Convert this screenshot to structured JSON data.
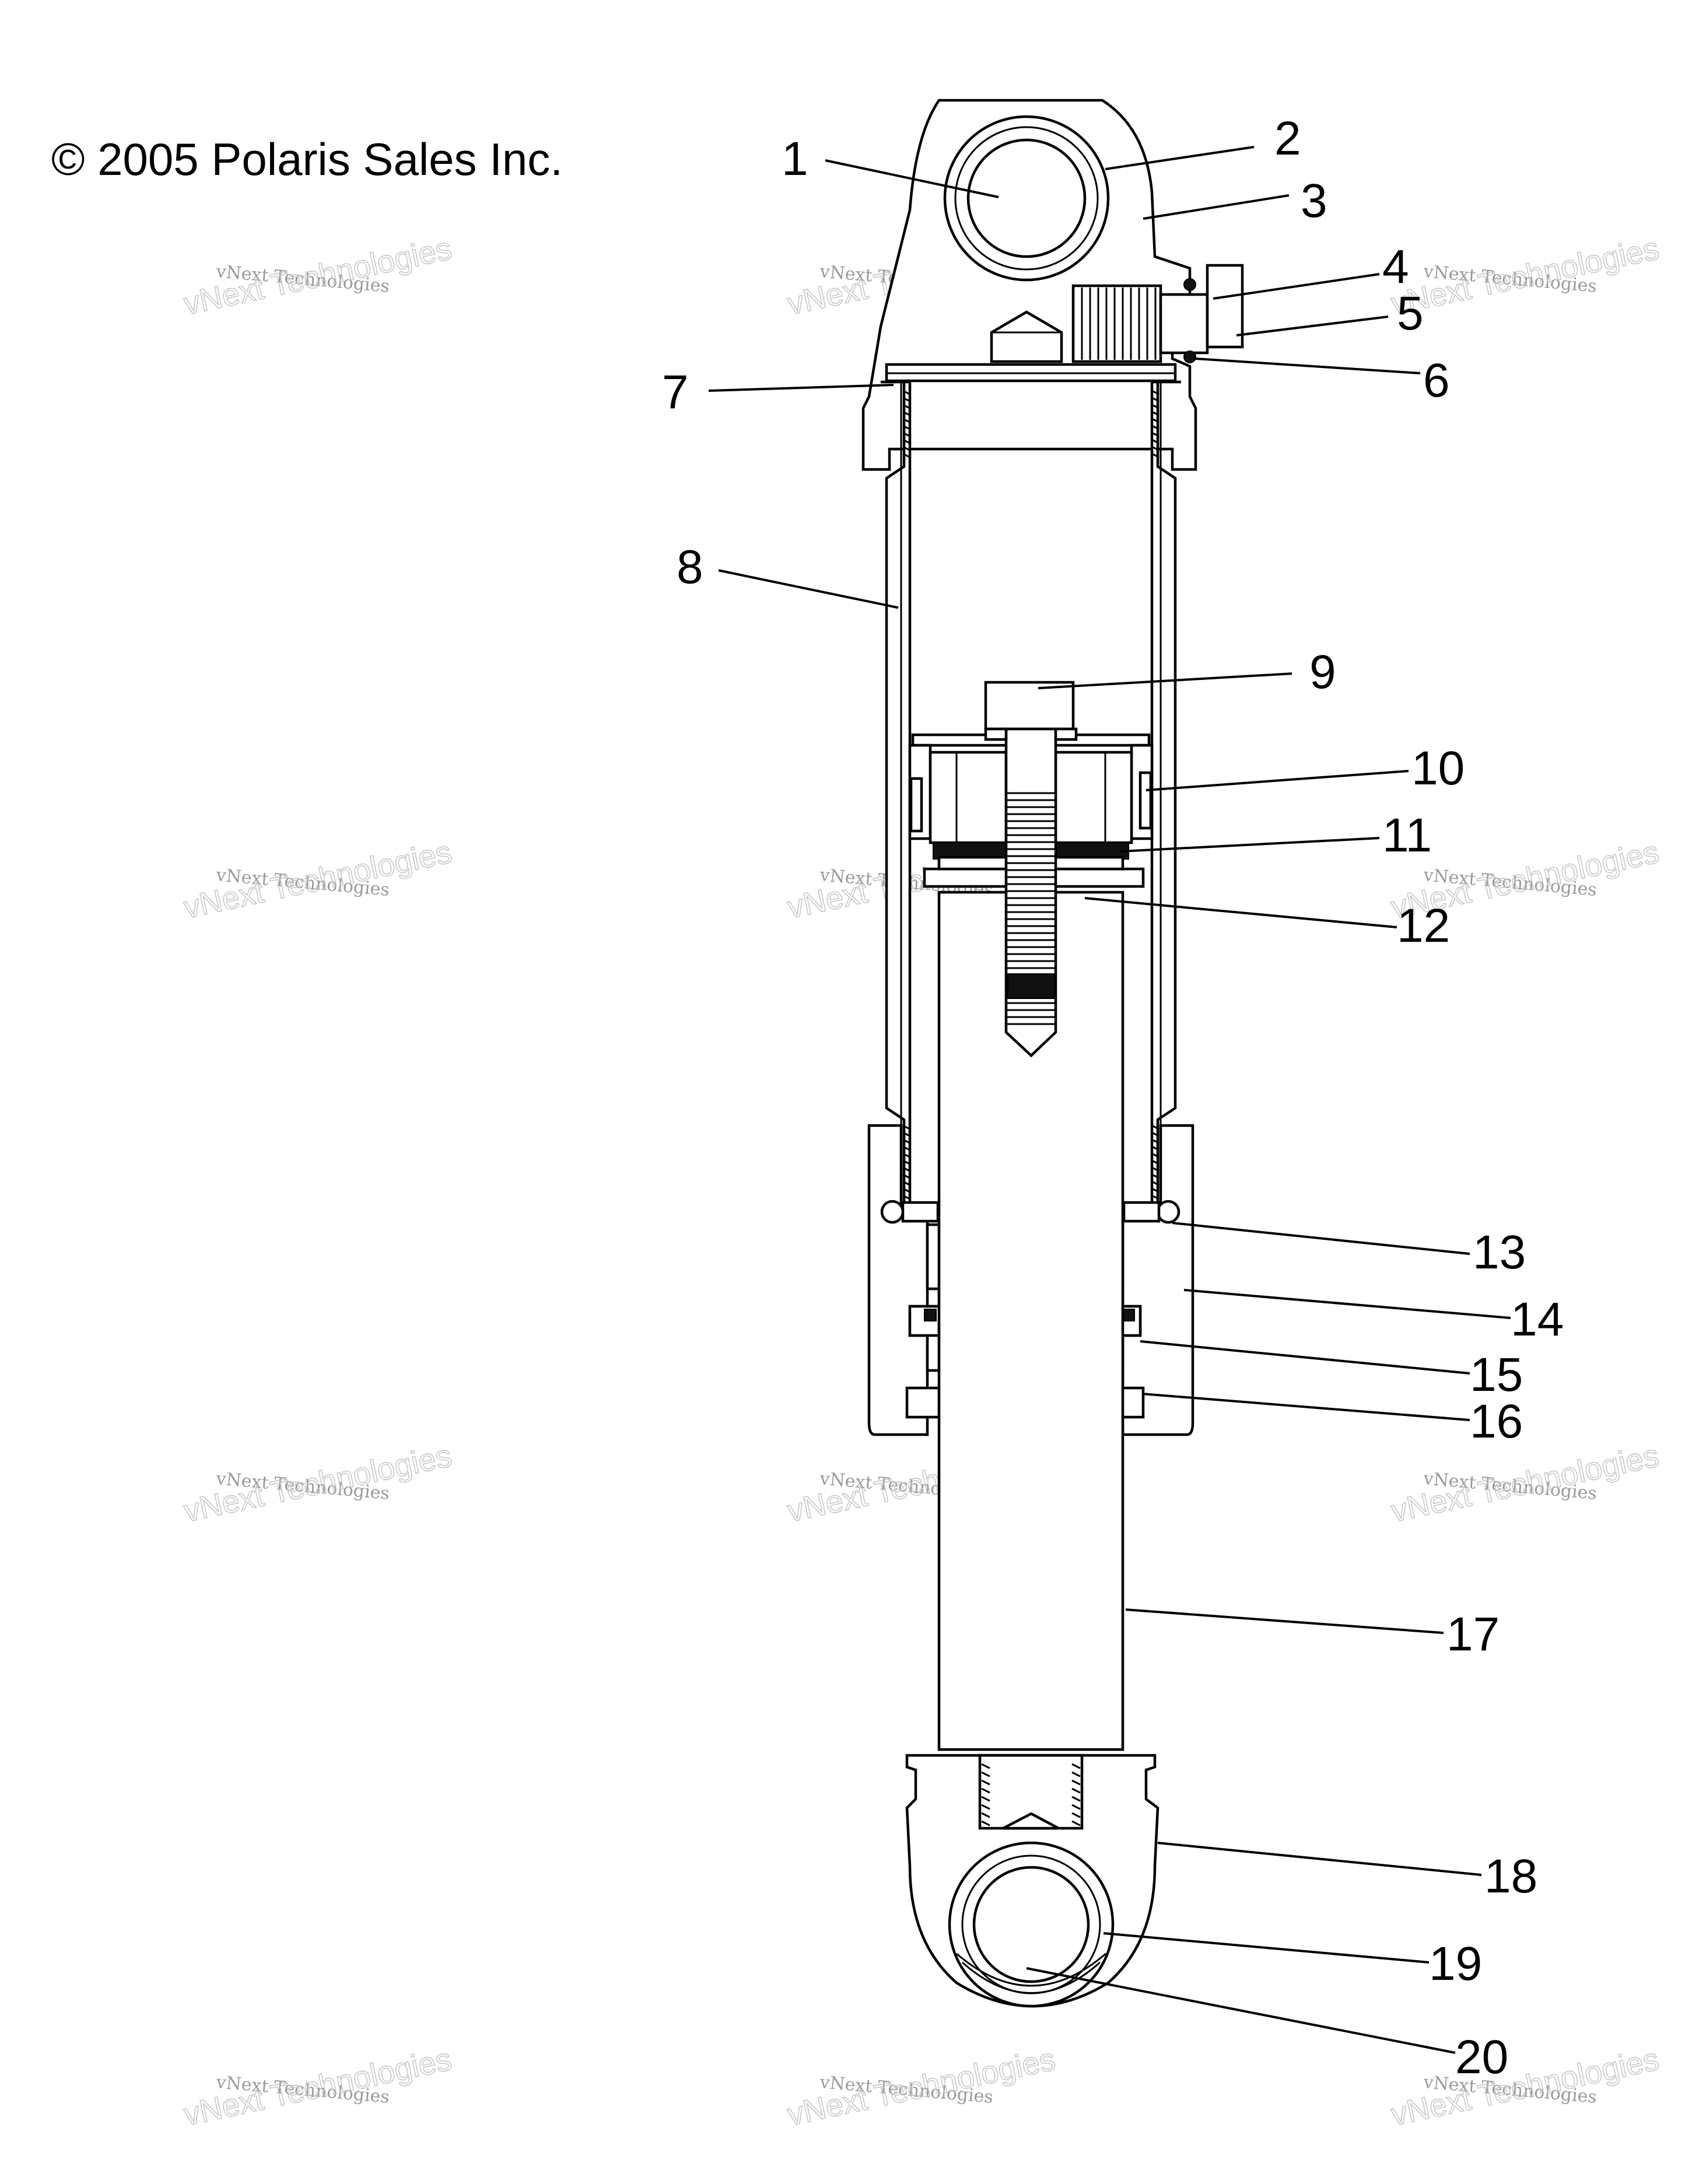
{
  "copyright": "© 2005 Polaris Sales Inc.",
  "watermark": {
    "line1": "vNext Technologies",
    "line2": "vNext Technologies"
  },
  "callouts": [
    "1",
    "2",
    "3",
    "4",
    "5",
    "6",
    "7",
    "8",
    "9",
    "10",
    "11",
    "12",
    "13",
    "14",
    "15",
    "16",
    "17",
    "18",
    "19",
    "20"
  ]
}
